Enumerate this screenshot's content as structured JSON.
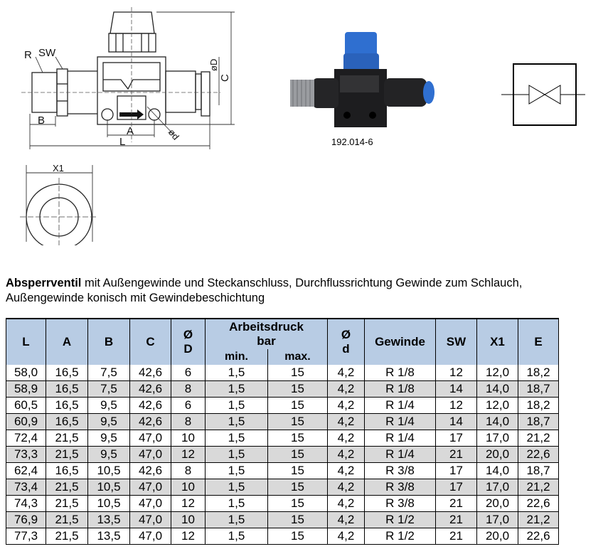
{
  "drawing": {
    "labels": {
      "R": "R",
      "SW": "SW",
      "B": "B",
      "A": "A",
      "L": "L",
      "C": "C",
      "oD": "øD",
      "od": "ød",
      "X1": "X1"
    }
  },
  "product": {
    "article_number": "192.014-6",
    "accent_color": "#2f6fd0"
  },
  "intro": {
    "bold": "Absperrventil",
    "line1_rest": " mit Außengewinde und Steckanschluss, Durchflussrichtung Gewinde zum Schlauch,",
    "line2": "Außengewinde konisch mit Gewindebeschichtung"
  },
  "table": {
    "header_color": "#b8cce4",
    "alt_row_color": "#d9d9d9",
    "headers": {
      "L": "L",
      "A": "A",
      "B": "B",
      "C": "C",
      "oD_1": "Ø",
      "oD_2": "D",
      "pressure_1": "Arbeitsdruck",
      "pressure_2": "bar",
      "min": "min.",
      "max": "max.",
      "od_1": "Ø",
      "od_2": "d",
      "Gewinde": "Gewinde",
      "SW": "SW",
      "X1": "X1",
      "E": "E"
    },
    "rows": [
      [
        "58,0",
        "16,5",
        "7,5",
        "42,6",
        "6",
        "1,5",
        "15",
        "4,2",
        "R 1/8",
        "12",
        "12,0",
        "18,2"
      ],
      [
        "58,9",
        "16,5",
        "7,5",
        "42,6",
        "8",
        "1,5",
        "15",
        "4,2",
        "R 1/8",
        "14",
        "14,0",
        "18,7"
      ],
      [
        "60,5",
        "16,5",
        "9,5",
        "42,6",
        "6",
        "1,5",
        "15",
        "4,2",
        "R 1/4",
        "12",
        "12,0",
        "18,2"
      ],
      [
        "60,9",
        "16,5",
        "9,5",
        "42,6",
        "8",
        "1,5",
        "15",
        "4,2",
        "R 1/4",
        "14",
        "14,0",
        "18,7"
      ],
      [
        "72,4",
        "21,5",
        "9,5",
        "47,0",
        "10",
        "1,5",
        "15",
        "4,2",
        "R 1/4",
        "17",
        "17,0",
        "21,2"
      ],
      [
        "73,3",
        "21,5",
        "9,5",
        "47,0",
        "12",
        "1,5",
        "15",
        "4,2",
        "R 1/4",
        "21",
        "20,0",
        "22,6"
      ],
      [
        "62,4",
        "16,5",
        "10,5",
        "42,6",
        "8",
        "1,5",
        "15",
        "4,2",
        "R 3/8",
        "17",
        "14,0",
        "18,7"
      ],
      [
        "73,4",
        "21,5",
        "10,5",
        "47,0",
        "10",
        "1,5",
        "15",
        "4,2",
        "R 3/8",
        "17",
        "17,0",
        "21,2"
      ],
      [
        "74,3",
        "21,5",
        "10,5",
        "47,0",
        "12",
        "1,5",
        "15",
        "4,2",
        "R 3/8",
        "21",
        "20,0",
        "22,6"
      ],
      [
        "76,9",
        "21,5",
        "13,5",
        "47,0",
        "10",
        "1,5",
        "15",
        "4,2",
        "R 1/2",
        "21",
        "17,0",
        "21,2"
      ],
      [
        "77,3",
        "21,5",
        "13,5",
        "47,0",
        "12",
        "1,5",
        "15",
        "4,2",
        "R 1/2",
        "21",
        "20,0",
        "22,6"
      ]
    ]
  }
}
